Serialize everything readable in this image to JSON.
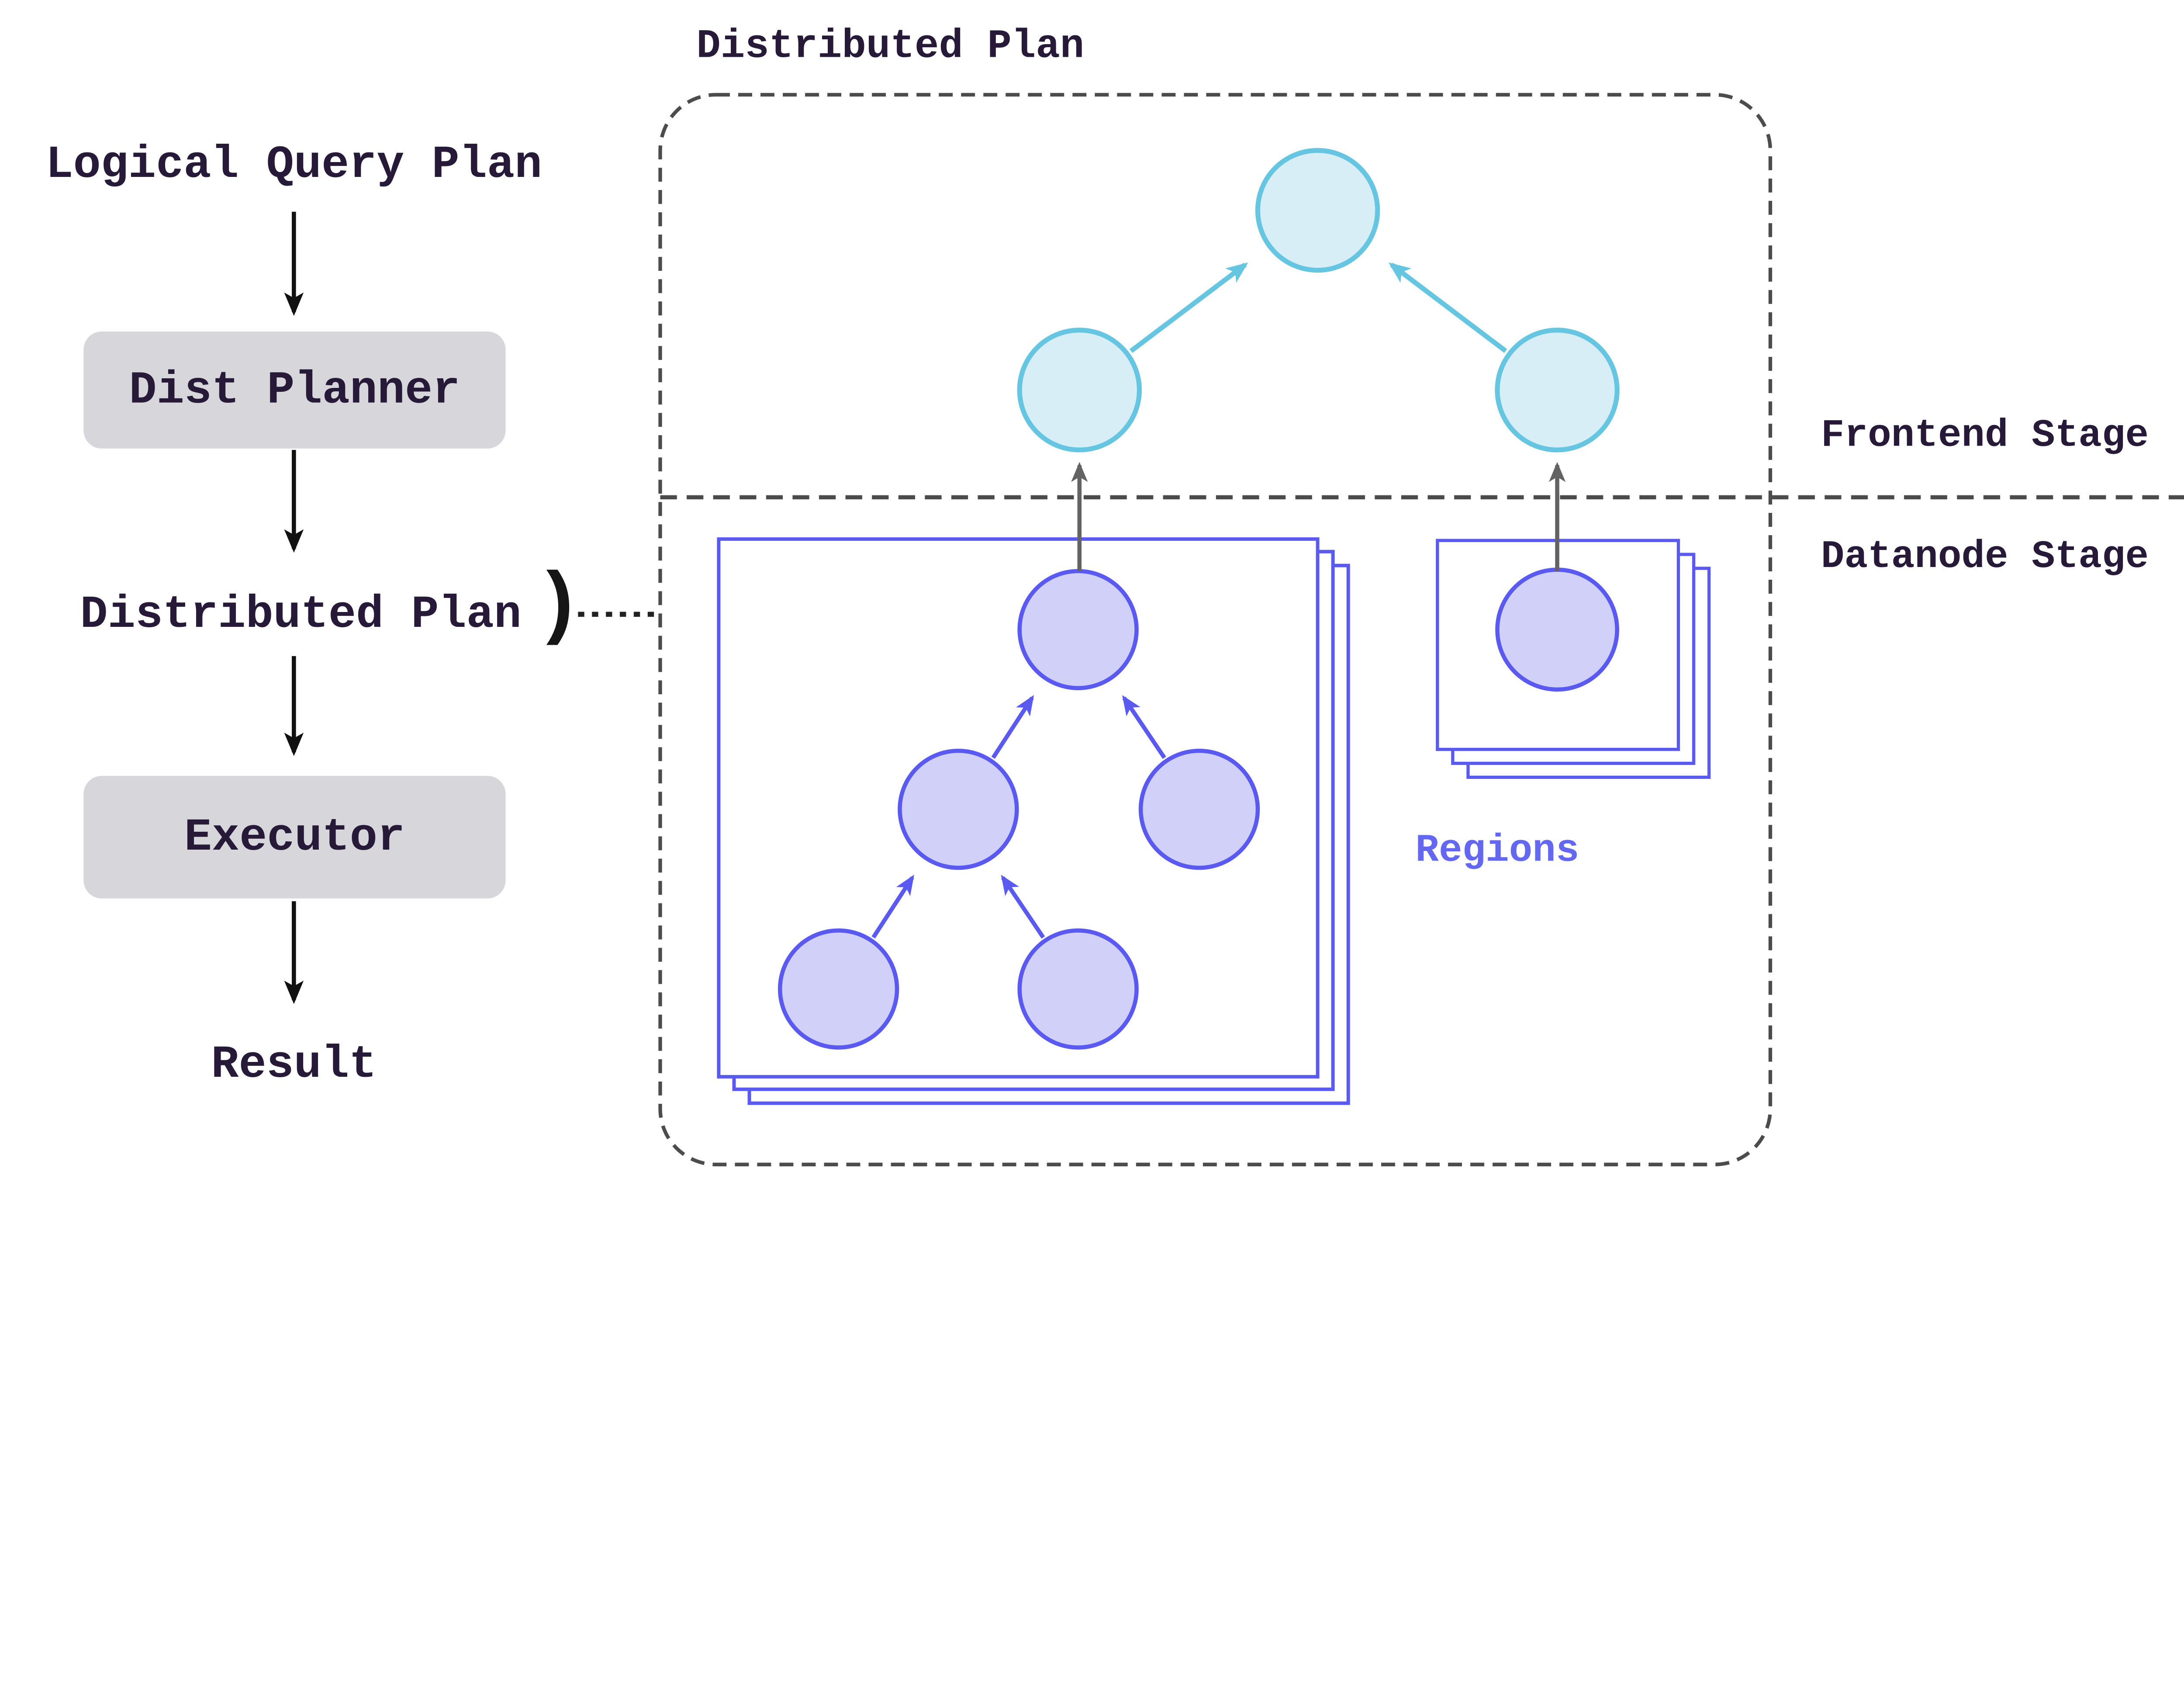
{
  "colors": {
    "text_dark": "#261a38",
    "process_box_fill": "#d7d7db",
    "frontend_node_fill": "#d7eef7",
    "frontend_node_stroke": "#66c5e0",
    "datanode_node_fill": "#d0d0f8",
    "datanode_node_stroke": "#5a5af0",
    "regions_text": "#6468f0",
    "stage_arrow_gray": "#636363",
    "boundary_dash_gray": "#4c4c4c",
    "flow_arrow_black": "#111111",
    "connector_dot_dark": "#222222"
  },
  "left_flow": {
    "source_label": "Logical Query Plan",
    "dist_planner_label": "Dist Planner",
    "intermediate_label": "Distributed Plan",
    "intermediate_brace": ")",
    "executor_label": "Executor",
    "result_label": "Result"
  },
  "distributed_plan": {
    "title": "Distributed Plan",
    "frontend_stage_label": "Frontend Stage",
    "datanode_stage_label": "Datanode Stage",
    "regions_label": "Regions"
  }
}
